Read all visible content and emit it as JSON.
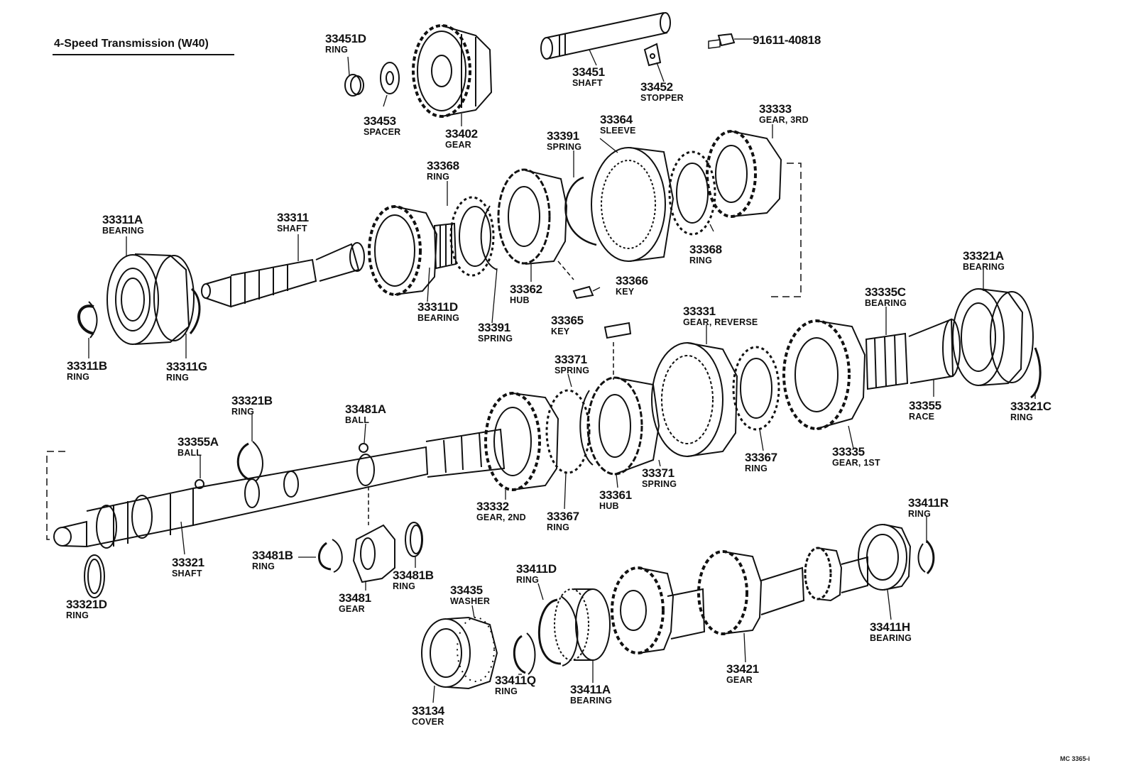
{
  "title": "4-Speed Transmission (W40)",
  "footer_code": "MC 3365-i",
  "colors": {
    "ink": "#111111",
    "paper": "#ffffff"
  },
  "labels": {
    "p33451d": {
      "number": "33451D",
      "name": "RING"
    },
    "p33453": {
      "number": "33453",
      "name": "SPACER"
    },
    "p33402": {
      "number": "33402",
      "name": "GEAR"
    },
    "p33451": {
      "number": "33451",
      "name": "SHAFT"
    },
    "p33452": {
      "number": "33452",
      "name": "STOPPER"
    },
    "p91611": {
      "number": "91611-40818",
      "name": ""
    },
    "p33333": {
      "number": "33333",
      "name": "GEAR, 3RD"
    },
    "p33364": {
      "number": "33364",
      "name": "SLEEVE"
    },
    "p33391a": {
      "number": "33391",
      "name": "SPRING"
    },
    "p33368a": {
      "number": "33368",
      "name": "RING"
    },
    "p33368b": {
      "number": "33368",
      "name": "RING"
    },
    "p33311a": {
      "number": "33311A",
      "name": "BEARING"
    },
    "p33311": {
      "number": "33311",
      "name": "SHAFT"
    },
    "p33362": {
      "number": "33362",
      "name": "HUB"
    },
    "p33366": {
      "number": "33366",
      "name": "KEY"
    },
    "p33311d": {
      "number": "33311D",
      "name": "BEARING"
    },
    "p33391b": {
      "number": "33391",
      "name": "SPRING"
    },
    "p33311b": {
      "number": "33311B",
      "name": "RING"
    },
    "p33311g": {
      "number": "33311G",
      "name": "RING"
    },
    "p33365": {
      "number": "33365",
      "name": "KEY"
    },
    "p33331": {
      "number": "33331",
      "name": "GEAR, REVERSE"
    },
    "p33335c": {
      "number": "33335C",
      "name": "BEARING"
    },
    "p33321a": {
      "number": "33321A",
      "name": "BEARING"
    },
    "p33371a": {
      "number": "33371",
      "name": "SPRING"
    },
    "p33321b": {
      "number": "33321B",
      "name": "RING"
    },
    "p33481a": {
      "number": "33481A",
      "name": "BALL"
    },
    "p33355a": {
      "number": "33355A",
      "name": "BALL"
    },
    "p33355": {
      "number": "33355",
      "name": "RACE"
    },
    "p33321c": {
      "number": "33321C",
      "name": "RING"
    },
    "p33367a": {
      "number": "33367",
      "name": "RING"
    },
    "p33335": {
      "number": "33335",
      "name": "GEAR, 1ST"
    },
    "p33371b": {
      "number": "33371",
      "name": "SPRING"
    },
    "p33361": {
      "number": "33361",
      "name": "HUB"
    },
    "p33332": {
      "number": "33332",
      "name": "GEAR, 2ND"
    },
    "p33367b": {
      "number": "33367",
      "name": "RING"
    },
    "p33411r": {
      "number": "33411R",
      "name": "RING"
    },
    "p33321": {
      "number": "33321",
      "name": "SHAFT"
    },
    "p33481b1": {
      "number": "33481B",
      "name": "RING"
    },
    "p33481b2": {
      "number": "33481B",
      "name": "RING"
    },
    "p33481": {
      "number": "33481",
      "name": "GEAR"
    },
    "p33411d": {
      "number": "33411D",
      "name": "RING"
    },
    "p33435": {
      "number": "33435",
      "name": "WASHER"
    },
    "p33321d": {
      "number": "33321D",
      "name": "RING"
    },
    "p33411h": {
      "number": "33411H",
      "name": "BEARING"
    },
    "p33421": {
      "number": "33421",
      "name": "GEAR"
    },
    "p33411q": {
      "number": "33411Q",
      "name": "RING"
    },
    "p33411a": {
      "number": "33411A",
      "name": "BEARING"
    },
    "p33134": {
      "number": "33134",
      "name": "COVER"
    }
  }
}
